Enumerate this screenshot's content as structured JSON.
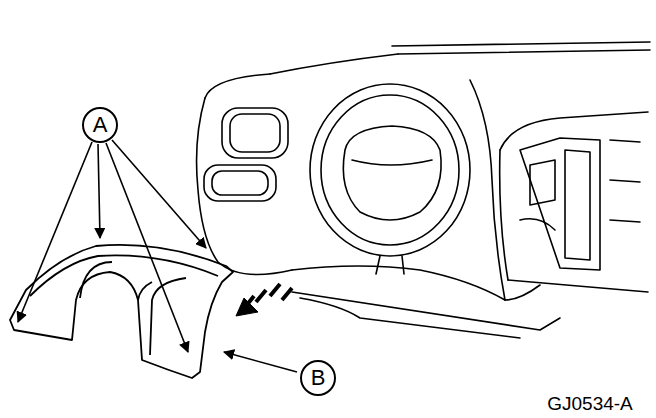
{
  "diagram": {
    "nodes": [
      {
        "text": [
          "A"
        ]
      },
      {
        "text": [
          "B"
        ]
      }
    ],
    "labels": [
      "GJ0534-A"
    ]
  }
}
